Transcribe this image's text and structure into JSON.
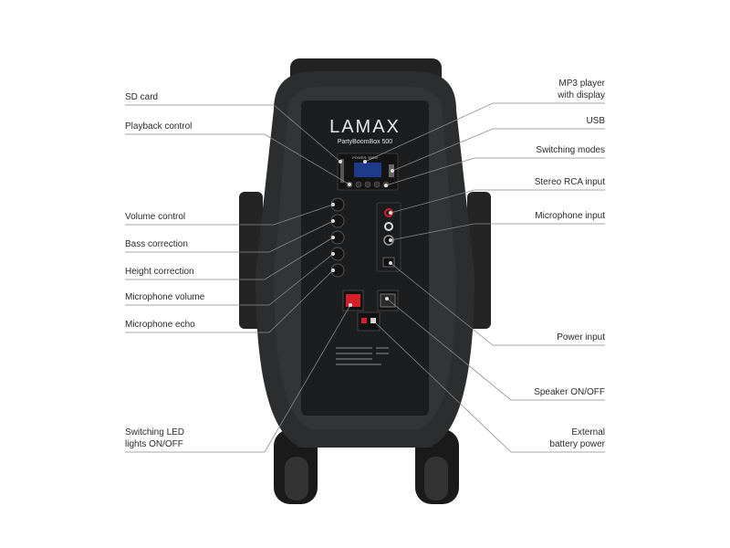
{
  "product": {
    "brand": "LAMAX",
    "model": "PartyBoomBox 500",
    "power_label": "POWER: 500W"
  },
  "labels_left": [
    {
      "text": "SD card"
    },
    {
      "text": "Playback control"
    },
    {
      "text": "Volume control"
    },
    {
      "text": "Bass correction"
    },
    {
      "text": "Height correction"
    },
    {
      "text": "Microphone volume"
    },
    {
      "text": "Microphone echo"
    },
    {
      "line1": "Switching LED",
      "line2": "lights ON/OFF"
    }
  ],
  "labels_right": [
    {
      "line1": "MP3 player",
      "line2": "with display"
    },
    {
      "text": "USB"
    },
    {
      "text": "Switching modes"
    },
    {
      "text": "Stereo RCA input"
    },
    {
      "text": "Microphone input"
    },
    {
      "text": "Power input"
    },
    {
      "text": "Speaker ON/OFF"
    },
    {
      "line1": "External",
      "line2": "battery power"
    }
  ],
  "colors": {
    "body": "#2b2d2f",
    "panel": "#1c1d1e",
    "switch_red": "#d4202a",
    "leader_line": "#8a8a8a"
  }
}
